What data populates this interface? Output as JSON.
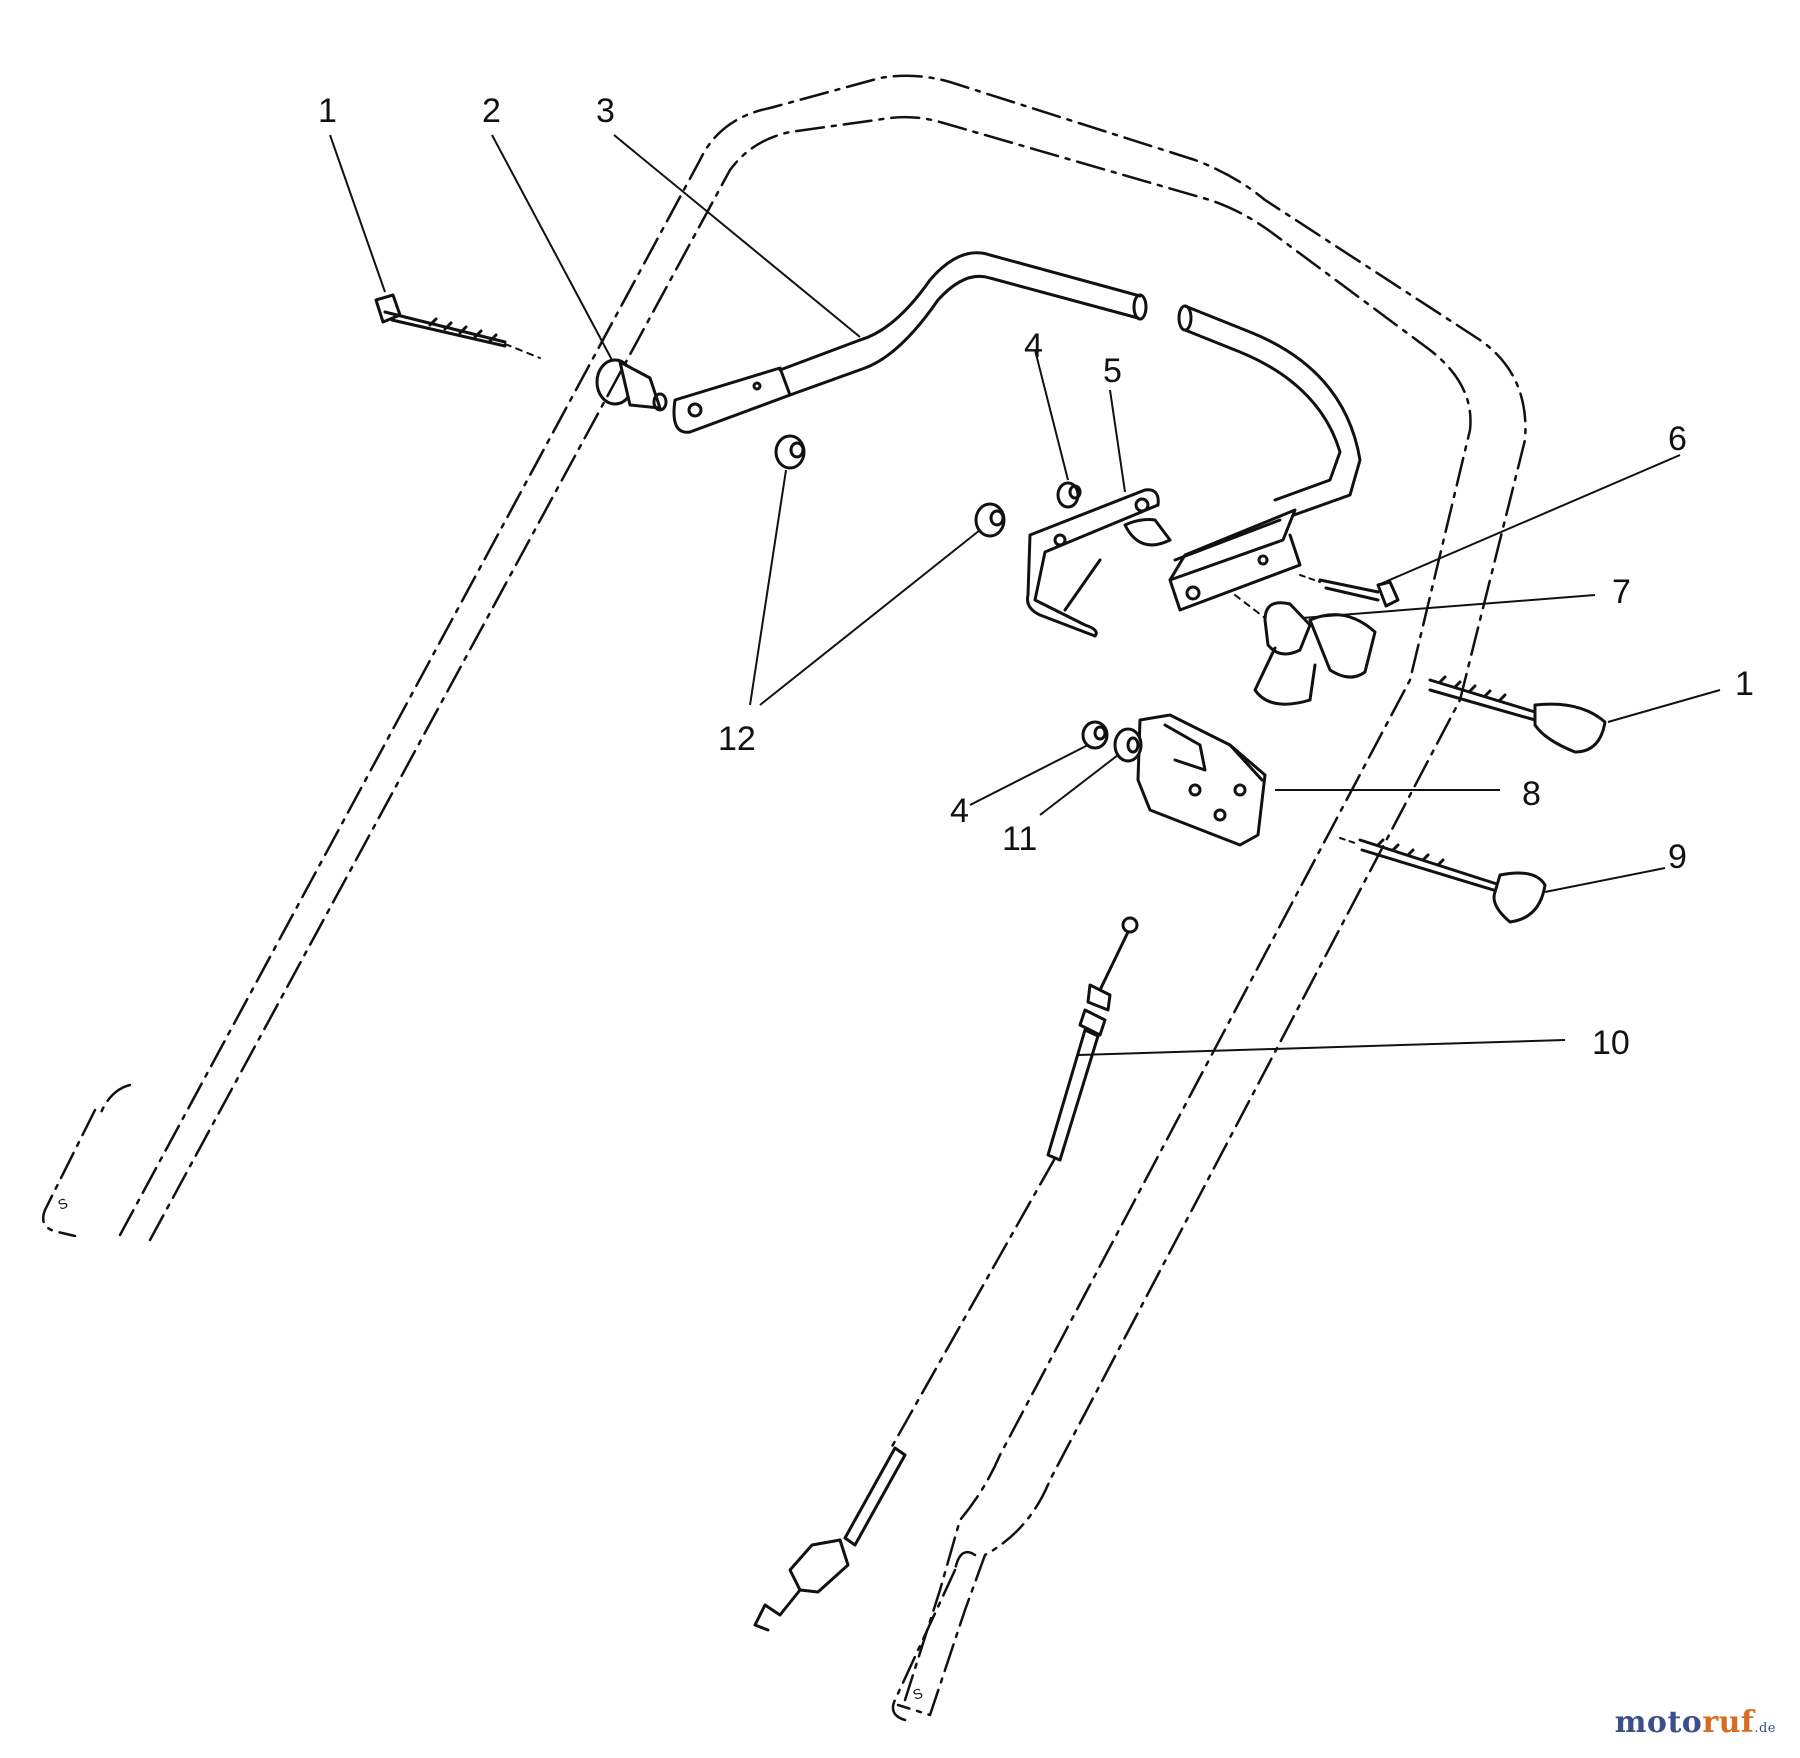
{
  "diagram": {
    "callouts": [
      "1",
      "2",
      "3",
      "4",
      "5",
      "6",
      "7",
      "1",
      "8",
      "9",
      "10",
      "11",
      "12",
      "4"
    ]
  },
  "watermark": {
    "part1": "moto",
    "part2": "ruf",
    "part3": ".de"
  }
}
